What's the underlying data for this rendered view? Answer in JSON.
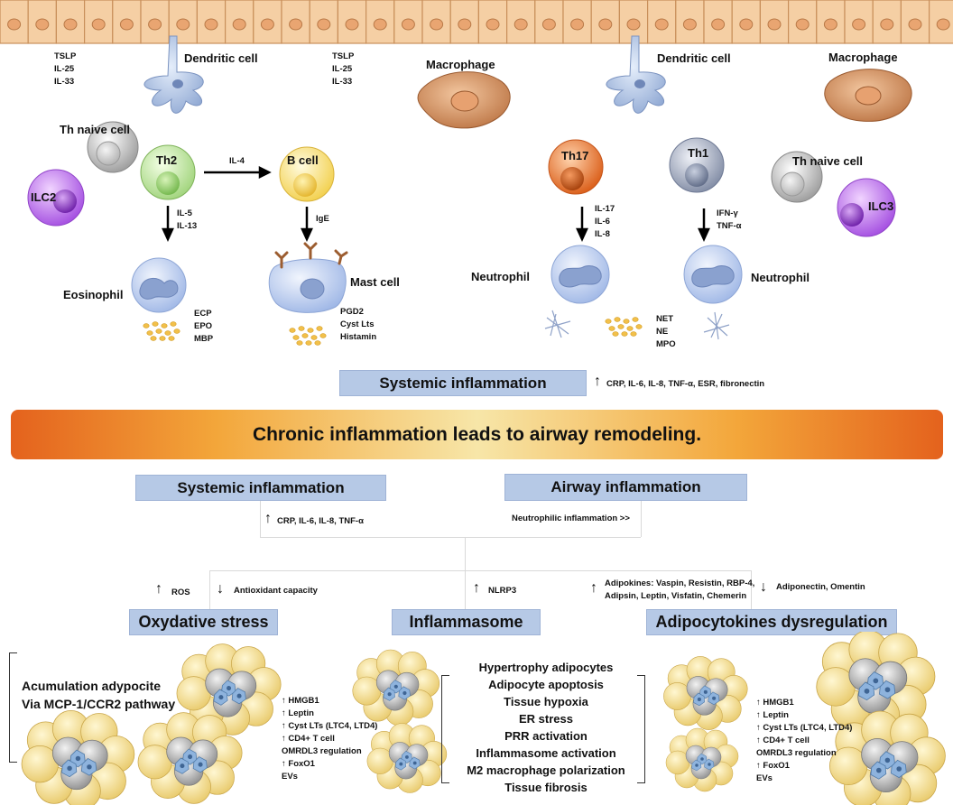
{
  "top_cells": {
    "left_cytokines": [
      "TSLP",
      "IL-25",
      "IL-33"
    ],
    "mid_cytokines": [
      "TSLP",
      "IL-25",
      "IL-33"
    ],
    "dendritic_left": "Dendritic cell",
    "dendritic_right": "Dendritic cell",
    "macrophage_mid": "Macrophage",
    "macrophage_right": "Macrophage",
    "th_naive_left": "Th naive cell",
    "th_naive_right": "Th naive cell",
    "ilc2": "ILC2",
    "ilc3": "ILC3",
    "th2": "Th2",
    "b_cell": "B cell",
    "th17": "Th17",
    "th1": "Th1",
    "il4": "IL-4",
    "th2_out": [
      "IL-5",
      "IL-13"
    ],
    "ige": "IgE",
    "th17_out": [
      "IL-17",
      "IL-6",
      "IL-8"
    ],
    "th1_out": [
      "IFN-γ",
      "TNF-α"
    ],
    "eosinophil": "Eosinophil",
    "mast_cell": "Mast cell",
    "neutrophil_left": "Neutrophil",
    "neutrophil_right": "Neutrophil",
    "eos_products": [
      "ECP",
      "EPO",
      "MBP"
    ],
    "mast_products": [
      "PGD2",
      "Cyst Lts",
      "Histamin"
    ],
    "neut_products": [
      "NET",
      "NE",
      "MPO"
    ]
  },
  "systemic_top": {
    "label": "Systemic inflammation",
    "markers": "CRP, IL-6, IL-8, TNF-α, ESR, fibronectin"
  },
  "banner": "Chronic inflammation leads to airway remodeling.",
  "lower": {
    "systemic_label": "Systemic inflammation",
    "systemic_markers": "CRP, IL-6, IL-8, TNF-α",
    "airway_label": "Airway inflammation",
    "airway_markers": "Neutrophilic inflammation >>",
    "ros": "ROS",
    "antioxidant": "Antioxidant capacity",
    "nlrp3": "NLRP3",
    "adipokines_up": [
      "Adipokines: Vaspin, Resistin, RBP-4,",
      "Adipsin, Leptin, Visfatin, Chemerin"
    ],
    "adipokines_down": "Adiponectin, Omentin",
    "mech_oxidative": "Oxydative stress",
    "mech_inflammasome": "Inflammasome",
    "mech_adipo": "Adipocytokines dysregulation"
  },
  "bottom": {
    "left_text": [
      "Acumulation adypocite",
      "Via MCP-1/CCR2 pathway"
    ],
    "mid_list": [
      "↑ HMGB1",
      "↑ Leptin",
      "↑ Cyst LTs (LTC4, LTD4)",
      "↑ CD4+ T cell",
      "OMRDL3 regulation",
      "↑ FoxO1",
      "EVs"
    ],
    "outcomes": [
      "Hypertrophy adipocytes",
      "Adipocyte apoptosis",
      "Tissue hypoxia",
      "ER stress",
      "PRR activation",
      "Inflammasome activation",
      "M2 macrophage polarization",
      "Tissue fibrosis"
    ],
    "right_list": [
      "↑ HMGB1",
      "↑ Leptin",
      "↑ Cyst LTs (LTC4, LTD4)",
      "↑ CD4+ T cell",
      "OMRDL3 regulation",
      "↑ FoxO1",
      "EVs"
    ]
  },
  "colors": {
    "epithelium": "#f5cfa4",
    "label_box": "#b6c9e6",
    "banner_edge": "#e4621d",
    "banner_center": "#f7e6a8"
  }
}
